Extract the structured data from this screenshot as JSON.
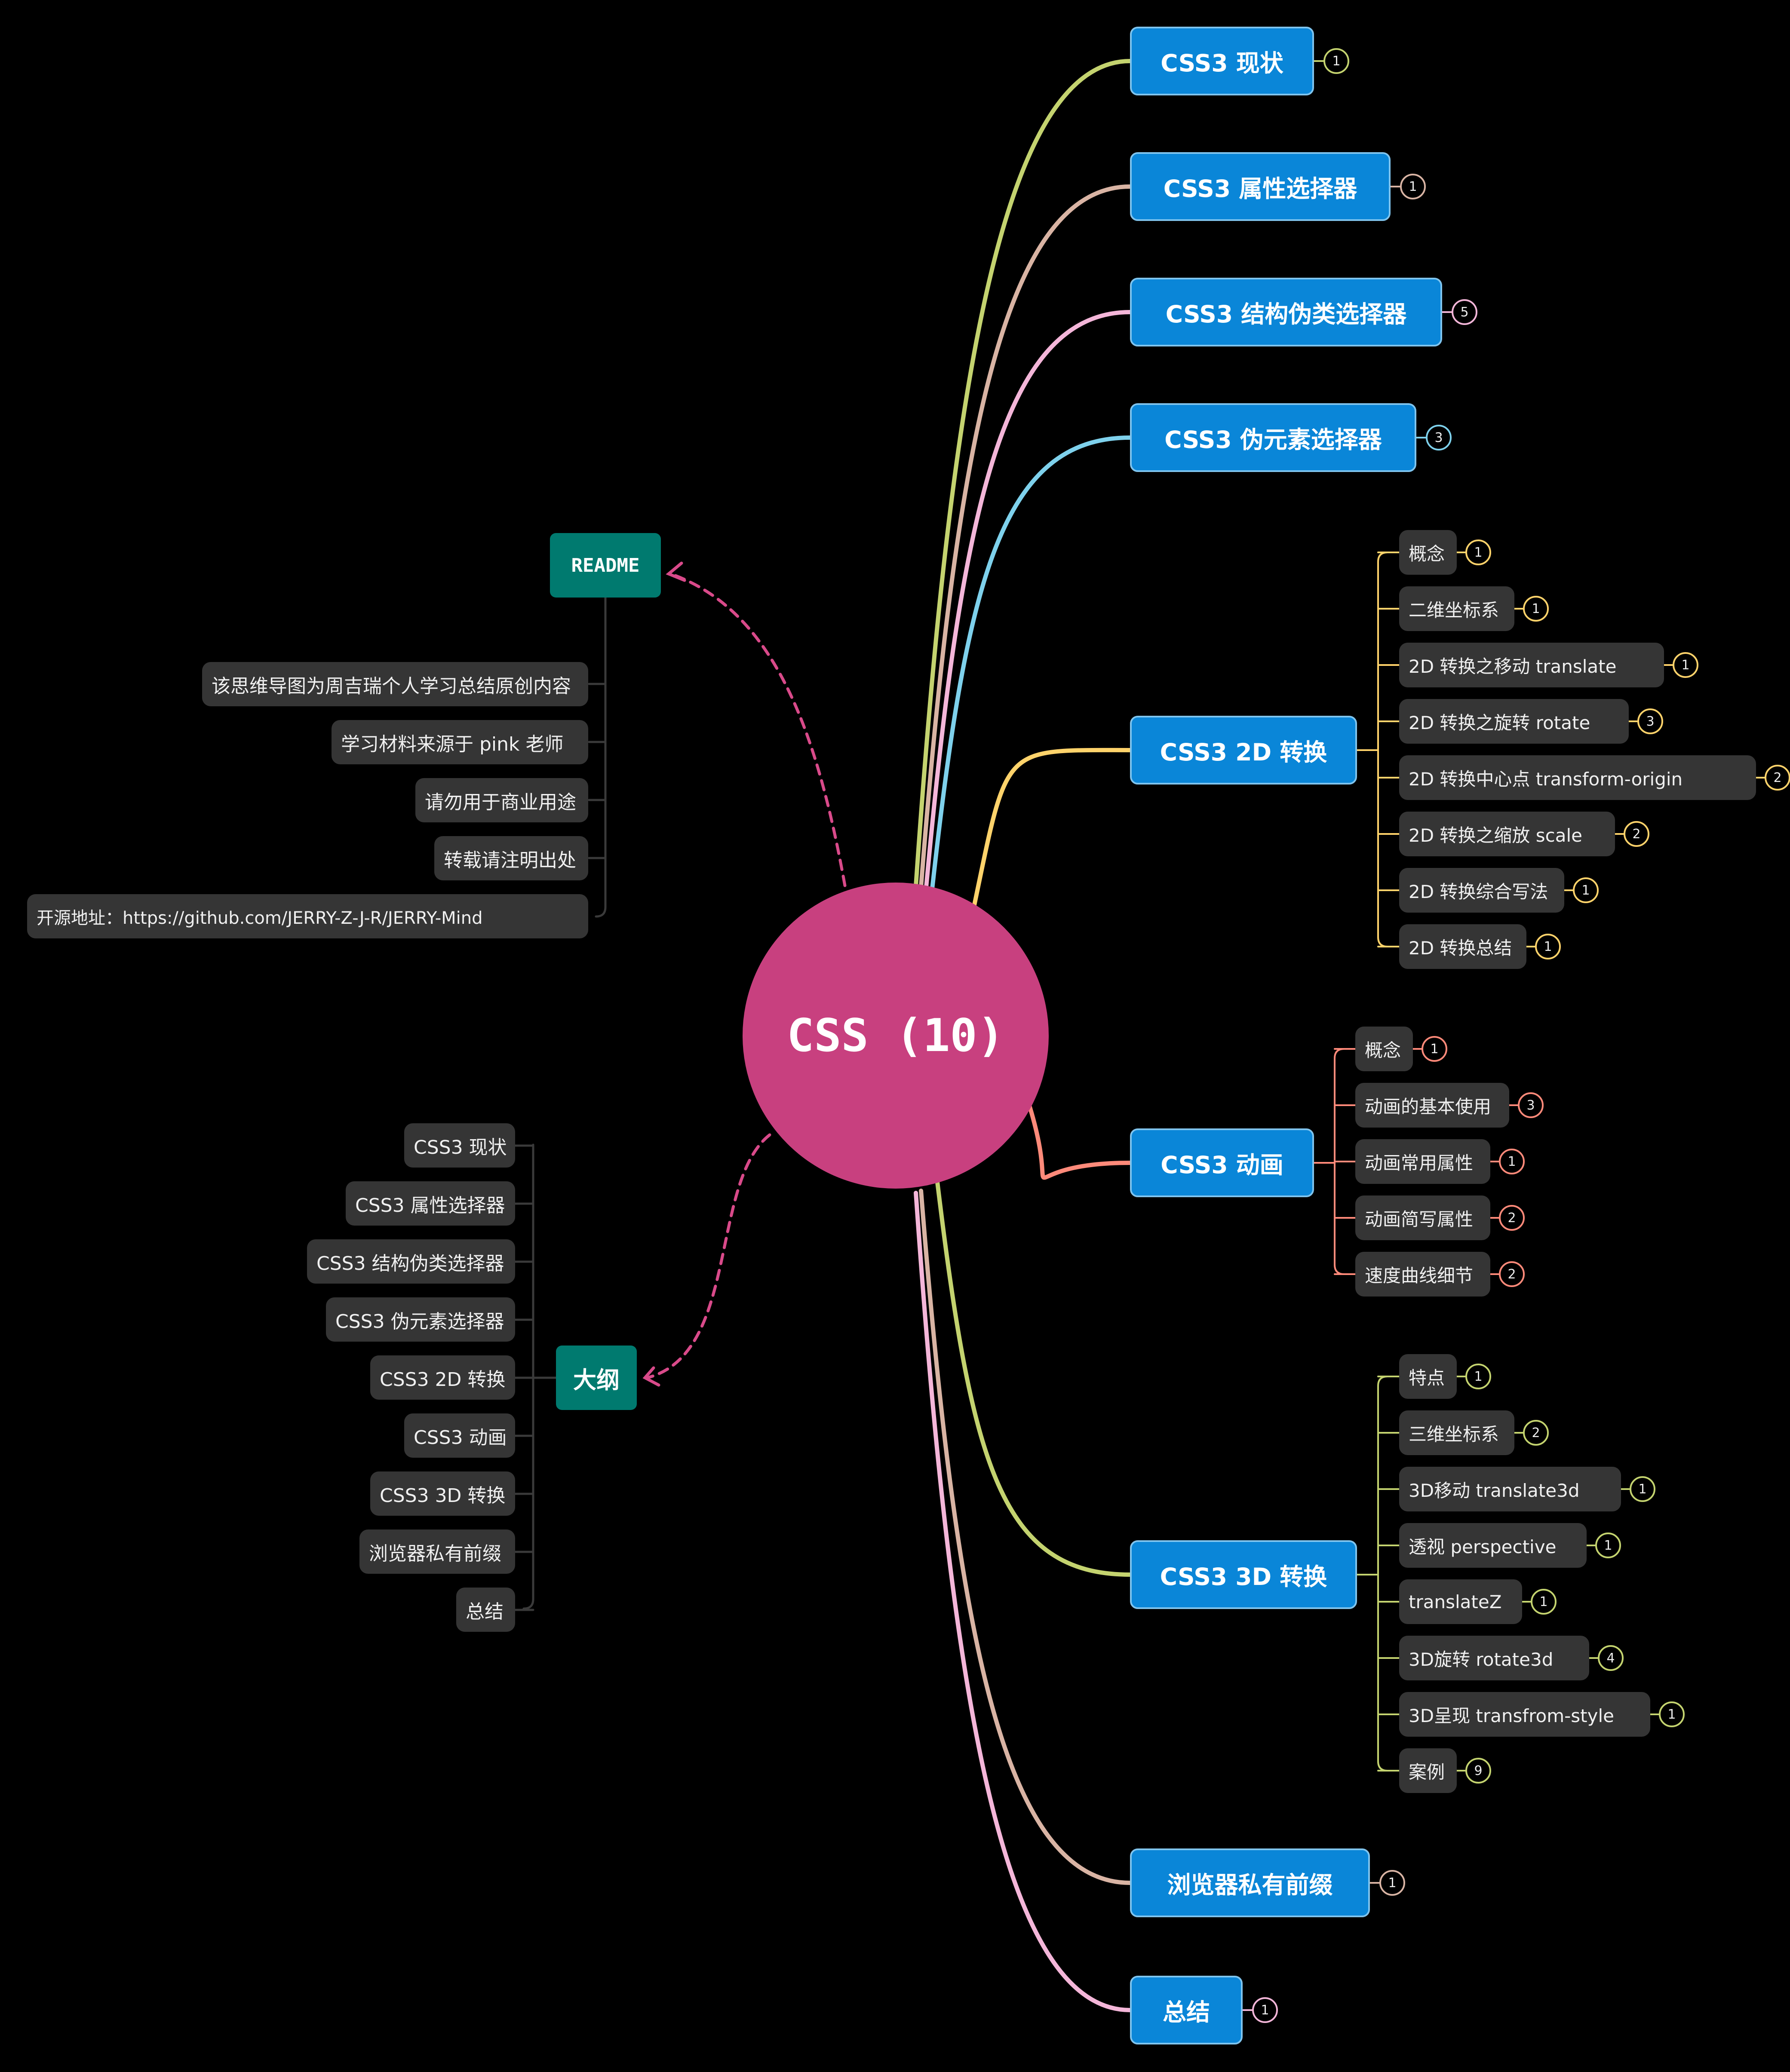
{
  "center": {
    "label": "CSS (10)",
    "color": "#c8407f"
  },
  "readme": {
    "title": "README",
    "lines": [
      "该思维导图为周吉瑞个人学习总结原创内容",
      "学习材料来源于 pink 老师",
      "请勿用于商业用途",
      "转载请注明出处",
      "开源地址：https://github.com/JERRY-Z-J-R/JERRY-Mind"
    ]
  },
  "outline": {
    "title": "大纲",
    "items": [
      "CSS3 现状",
      "CSS3 属性选择器",
      "CSS3 结构伪类选择器",
      "CSS3 伪元素选择器",
      "CSS3 2D 转换",
      "CSS3 动画",
      "CSS3 3D 转换",
      "浏览器私有前缀",
      "总结"
    ]
  },
  "branches": [
    {
      "label": "CSS3 现状",
      "badge": "1",
      "color": "#c4d36f",
      "children": []
    },
    {
      "label": "CSS3 属性选择器",
      "badge": "1",
      "color": "#d9b4a4",
      "children": []
    },
    {
      "label": "CSS3 结构伪类选择器",
      "badge": "5",
      "color": "#f4b6d9",
      "children": []
    },
    {
      "label": "CSS3 伪元素选择器",
      "badge": "3",
      "color": "#7ed1ec",
      "children": []
    },
    {
      "label": "CSS3 2D 转换",
      "badge": "",
      "color": "#ffd36b",
      "children": [
        {
          "label": "概念",
          "badge": "1"
        },
        {
          "label": "二维坐标系",
          "badge": "1"
        },
        {
          "label": "2D 转换之移动 translate",
          "badge": "1"
        },
        {
          "label": "2D 转换之旋转 rotate",
          "badge": "3"
        },
        {
          "label": "2D 转换中心点 transform-origin",
          "badge": "2"
        },
        {
          "label": "2D 转换之缩放 scale",
          "badge": "2"
        },
        {
          "label": "2D 转换综合写法",
          "badge": "1"
        },
        {
          "label": "2D 转换总结",
          "badge": "1"
        }
      ]
    },
    {
      "label": "CSS3 动画",
      "badge": "",
      "color": "#ff8a7a",
      "children": [
        {
          "label": "概念",
          "badge": "1"
        },
        {
          "label": "动画的基本使用",
          "badge": "3"
        },
        {
          "label": "动画常用属性",
          "badge": "1"
        },
        {
          "label": "动画简写属性",
          "badge": "2"
        },
        {
          "label": "速度曲线细节",
          "badge": "2"
        }
      ]
    },
    {
      "label": "CSS3 3D 转换",
      "badge": "",
      "color": "#c4d36f",
      "children": [
        {
          "label": "特点",
          "badge": "1"
        },
        {
          "label": "三维坐标系",
          "badge": "2"
        },
        {
          "label": "3D移动 translate3d",
          "badge": "1"
        },
        {
          "label": "透视 perspective",
          "badge": "1"
        },
        {
          "label": "translateZ",
          "badge": "1"
        },
        {
          "label": "3D旋转 rotate3d",
          "badge": "4"
        },
        {
          "label": "3D呈现 transfrom-style",
          "badge": "1"
        },
        {
          "label": "案例",
          "badge": "9"
        }
      ]
    },
    {
      "label": "浏览器私有前缀",
      "badge": "1",
      "color": "#d9b4a4",
      "children": []
    },
    {
      "label": "总结",
      "badge": "1",
      "color": "#f4b6d9",
      "children": []
    }
  ]
}
